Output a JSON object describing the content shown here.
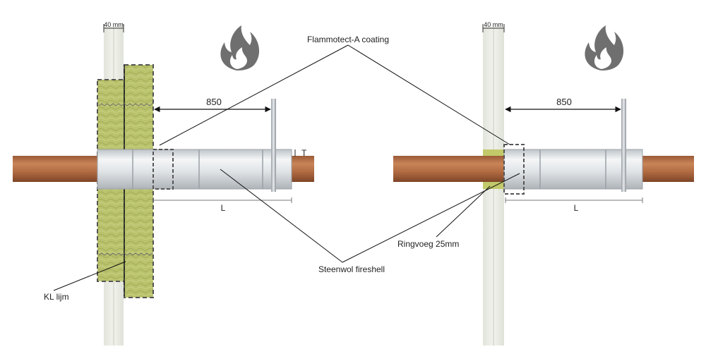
{
  "labels": {
    "wall_thickness_left": "40 mm",
    "wall_thickness_right": "40 mm",
    "distance_left": "850",
    "distance_right": "850",
    "length_left": "L",
    "length_right": "L",
    "thickness_marker": "T",
    "coating": "Flammotect-A coating",
    "fireshell": "Steenwol fireshell",
    "ring_joint": "Ringvoeg 25mm",
    "glue": "KL lijm"
  },
  "icons": {
    "fire_left": "fire-icon",
    "fire_right": "fire-icon"
  },
  "colors": {
    "pipe_copper": "#b86f45",
    "pipe_copper_dark": "#8a4d2c",
    "shell_silver": "#dfe2e5",
    "wall": "#e9ebe4",
    "rockwool": "#b8c06a",
    "rockwool_dark": "#8f9a45",
    "fire": "#6f6f6f",
    "line": "#111111"
  }
}
